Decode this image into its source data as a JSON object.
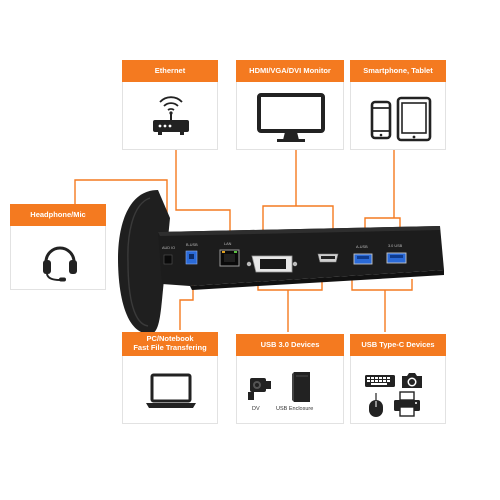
{
  "labels": {
    "ethernet": "Ethernet",
    "monitor": "HDMI/VGA/DVI Monitor",
    "smartphone": "Smartphone, Tablet",
    "headphone": "Headphone/Mic",
    "pc_line1": "PC/Notebook",
    "pc_line2": "Fast File Transfering",
    "usb30": "USB 3.0 Devices",
    "usbc": "USB Type-C Devices"
  },
  "captions": {
    "dv": "DV",
    "usb_enclosure": "USB Enclosure"
  },
  "port_labels": {
    "audio": "AUD IO",
    "usb_b": "B-USB",
    "rj45": "LAN",
    "usb1": "A-USB",
    "usb2": "3.0 USB"
  },
  "colors": {
    "accent": "#f47a20",
    "dock": "#1c1c1c",
    "usb_blue": "#2a6ad8"
  },
  "icons": [
    "router-icon",
    "monitor-icon",
    "phone-icon",
    "tablet-icon",
    "headset-icon",
    "laptop-icon",
    "camcorder-icon",
    "hard-drive-icon",
    "keyboard-icon",
    "camera-icon",
    "mouse-icon",
    "printer-icon"
  ]
}
